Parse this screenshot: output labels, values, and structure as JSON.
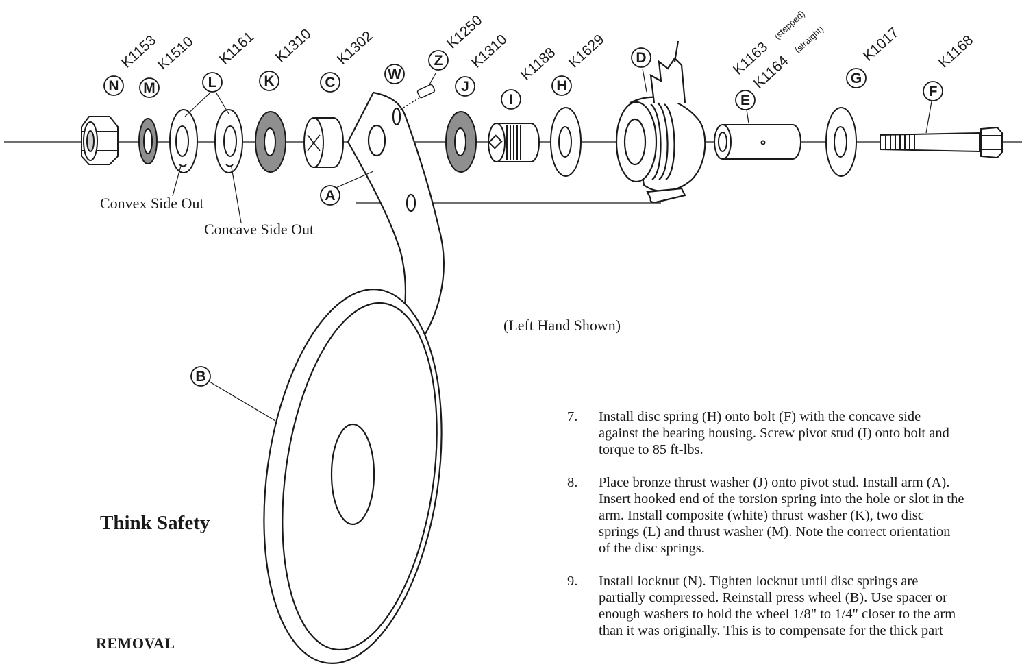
{
  "parts": [
    {
      "id": "N",
      "number": "K1153"
    },
    {
      "id": "M",
      "number": "K1510"
    },
    {
      "id": "L",
      "number": "K1161"
    },
    {
      "id": "K",
      "number": "K1310"
    },
    {
      "id": "C",
      "number": "K1302"
    },
    {
      "id": "W",
      "number": ""
    },
    {
      "id": "Z",
      "number": "K1250"
    },
    {
      "id": "J",
      "number": "K1310"
    },
    {
      "id": "I",
      "number": "K1188"
    },
    {
      "id": "H",
      "number": "K1629"
    },
    {
      "id": "D",
      "number": ""
    },
    {
      "id": "E",
      "number": "K1163",
      "alt_number": "K1164",
      "suffix": "(stepped)",
      "alt_suffix": "(straight)"
    },
    {
      "id": "G",
      "number": "K1017"
    },
    {
      "id": "F",
      "number": "K1168"
    },
    {
      "id": "A",
      "number": ""
    },
    {
      "id": "B",
      "number": ""
    }
  ],
  "notes": {
    "convex": "Convex Side Out",
    "concave": "Concave Side Out",
    "left_hand": "(Left Hand Shown)"
  },
  "headings": {
    "think_safety": "Think Safety",
    "removal": "REMOVAL"
  },
  "steps": [
    {
      "num": "7.",
      "lines": [
        "Install disc spring (H) onto bolt (F) with the concave side",
        "against the bearing housing. Screw pivot stud (I) onto bolt and",
        "torque to 85 ft-lbs."
      ]
    },
    {
      "num": "8.",
      "lines": [
        "Place bronze thrust washer (J) onto pivot stud. Install arm (A).",
        "Insert hooked end of the torsion spring into the hole or slot in the",
        "arm. Install composite (white) thrust washer (K), two disc",
        "springs (L) and thrust washer (M). Note the correct orientation",
        "of the disc springs."
      ]
    },
    {
      "num": "9.",
      "lines": [
        "Install locknut (N). Tighten locknut until disc springs are",
        "partially compressed. Reinstall press wheel (B). Use spacer or",
        "enough washers to hold the wheel 1/8\" to 1/4\" closer to the arm",
        "than it was originally. This is to compensate for the thick part"
      ]
    }
  ]
}
